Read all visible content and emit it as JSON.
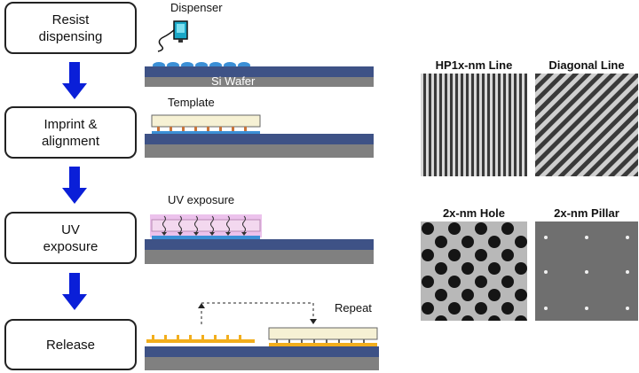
{
  "steps": [
    {
      "label": "Resist\ndispensing"
    },
    {
      "label": "Imprint &\nalignment"
    },
    {
      "label": "UV\nexposure"
    },
    {
      "label": "Release"
    }
  ],
  "annotations": {
    "dispenser": "Dispenser",
    "si_wafer": "Si Wafer",
    "template": "Template",
    "uv_exposure": "UV exposure",
    "repeat": "Repeat"
  },
  "sem_images": [
    {
      "title": "HP1x-nm Line",
      "pattern": "vertical-lines"
    },
    {
      "title": "Diagonal Line",
      "pattern": "diagonal-lines"
    },
    {
      "title": "2x-nm Hole",
      "pattern": "holes"
    },
    {
      "title": "2x-nm Pillar",
      "pattern": "pillars"
    }
  ],
  "colors": {
    "arrow": "#0a1fd8",
    "wafer_top": "#3e5286",
    "wafer_base": "#808080",
    "resist": "#3b8fd6",
    "template": "#f6f1d4",
    "release_resist": "#f2ae1c",
    "uv_glow": "#e9b7e9",
    "dispenser": "#1aa7c7"
  }
}
